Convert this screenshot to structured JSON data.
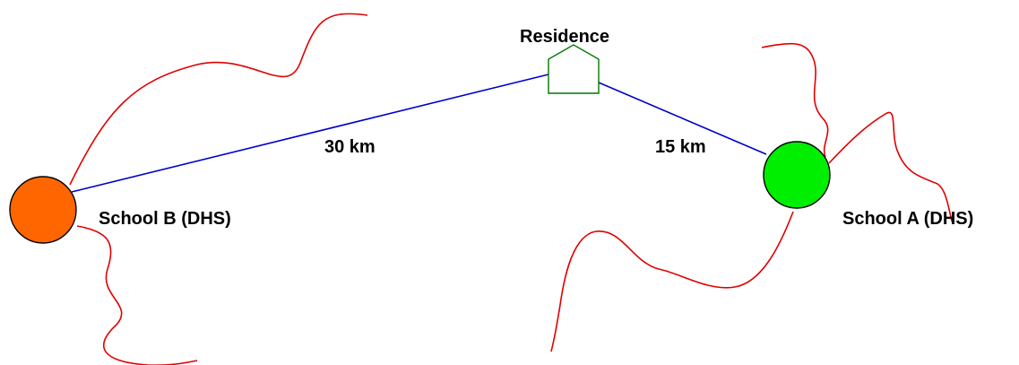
{
  "residence": {
    "label": "Residence"
  },
  "school_a": {
    "label": "School A (DHS)",
    "color": "#00ee00",
    "distance_label": "15 km"
  },
  "school_b": {
    "label": "School B (DHS)",
    "color": "#ff6600",
    "distance_label": "30 km"
  },
  "colors": {
    "route": "#0000cc",
    "boundary": "#e00000",
    "residence_outline": "#007700"
  }
}
